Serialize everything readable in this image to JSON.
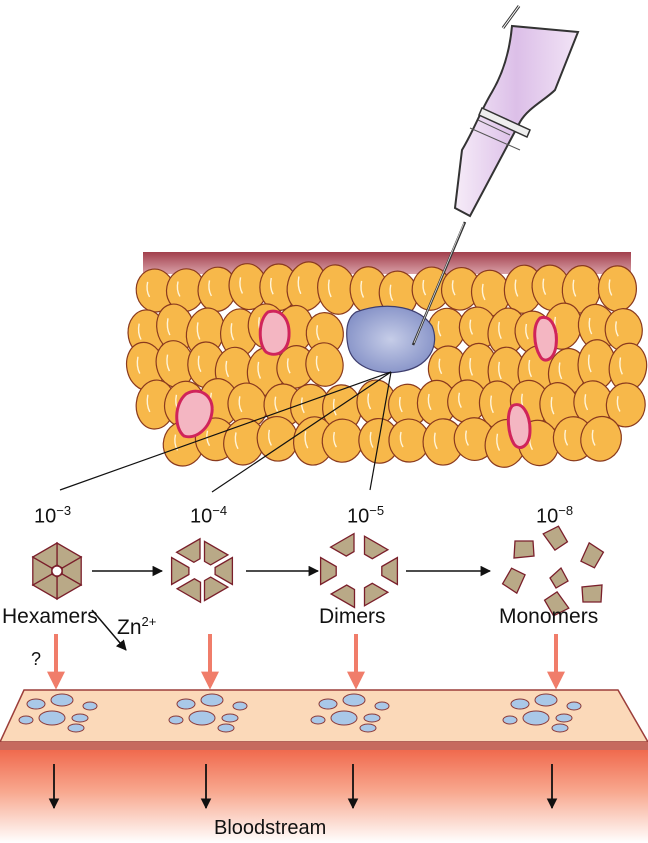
{
  "concentrations": [
    {
      "base": "10",
      "exp": "−3"
    },
    {
      "base": "10",
      "exp": "−4"
    },
    {
      "base": "10",
      "exp": "−5"
    },
    {
      "base": "10",
      "exp": "−8"
    }
  ],
  "labels": {
    "hexamers": "Hexamers",
    "dimers": "Dimers",
    "monomers": "Monomers",
    "zinc_base": "Zn",
    "zinc_charge": "2+",
    "question": "?",
    "bloodstream": "Bloodstream"
  },
  "colors": {
    "adipocyte_fill": "#f7b84a",
    "adipocyte_stroke": "#8a3a1e",
    "pink_cell": "#f4b6c2",
    "pink_stroke": "#d0245a",
    "insulin_unit": "#b9a987",
    "insulin_stroke": "#7a1f2b",
    "arrow_salmon": "#f07d6a",
    "capillary": "#fbd9b9",
    "capillary_edge": "#c0504d",
    "blood": "#f47a5e",
    "depot": "#8f9ccf",
    "vesicle": "#a9c8e8",
    "syringe": "#e8d3f0",
    "skin_top": "#b0505a"
  }
}
